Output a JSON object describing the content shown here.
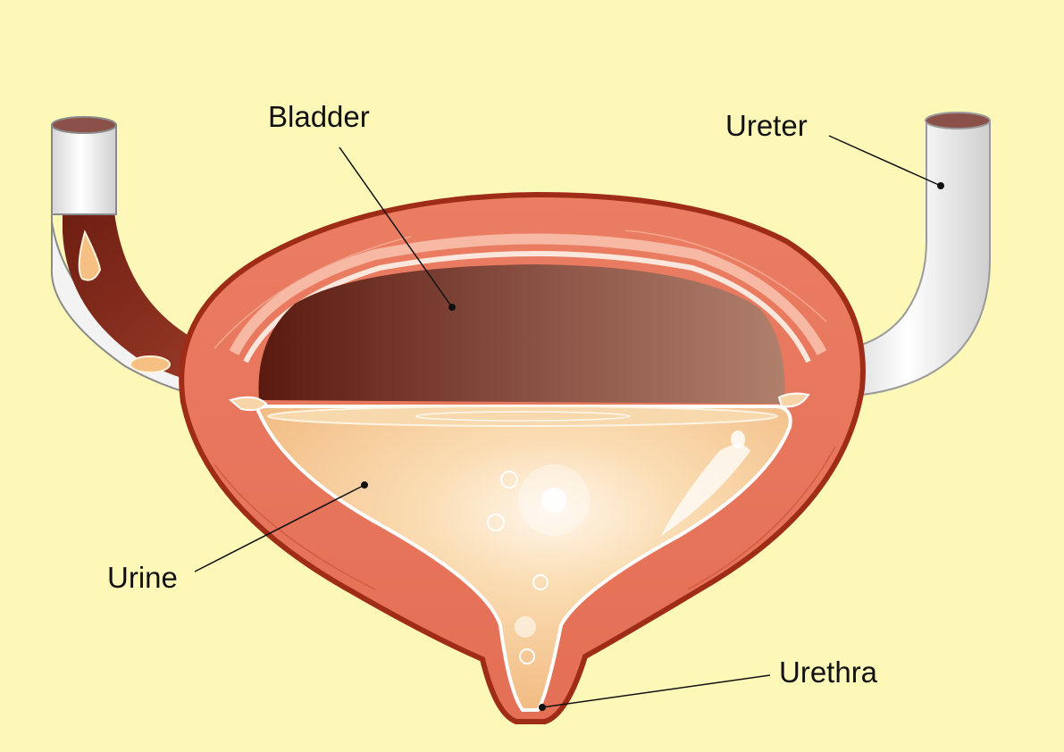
{
  "labels": {
    "bladder": "Bladder",
    "ureter": "Ureter",
    "urine": "Urine",
    "urethra": "Urethra"
  },
  "colors": {
    "background": "#fdf8b8",
    "muscle_wall": "#e87a5f",
    "wall_outline": "#a8321a",
    "bladder_cavity": "#6b2a1c",
    "urine": "#f6c98c",
    "ureter_tube": "#f2f2f2",
    "ureter_lumen": "#8a2a1c"
  }
}
